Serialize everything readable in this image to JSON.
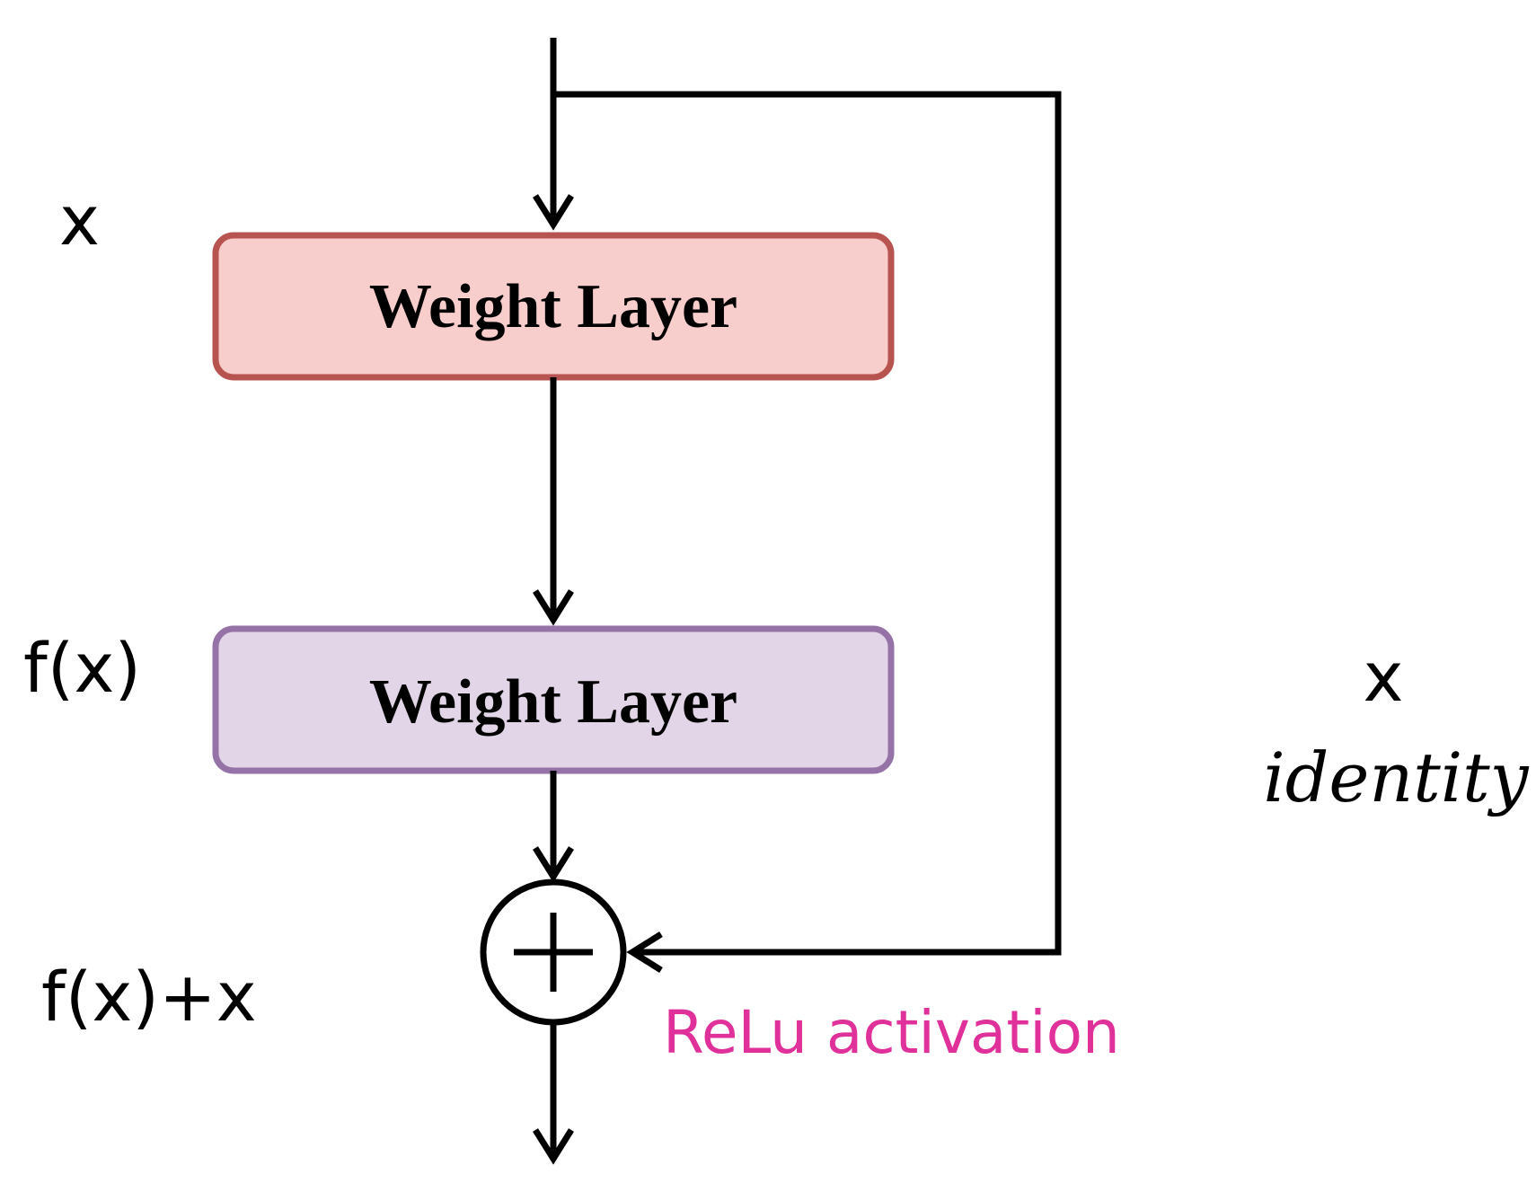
{
  "labels": {
    "input": "x",
    "residual": "f(x)",
    "output": "f(x)+x",
    "shortcut": "x",
    "shortcut_caption": "identity",
    "activation": "ReLu activation"
  },
  "blocks": [
    {
      "label": "Weight Layer",
      "fill": "#f8cecc",
      "stroke": "#b85450"
    },
    {
      "label": "Weight Layer",
      "fill": "#e1d5e7",
      "stroke": "#9673a6"
    }
  ],
  "colors": {
    "line": "#000000",
    "activation_text": "#e0309a"
  }
}
